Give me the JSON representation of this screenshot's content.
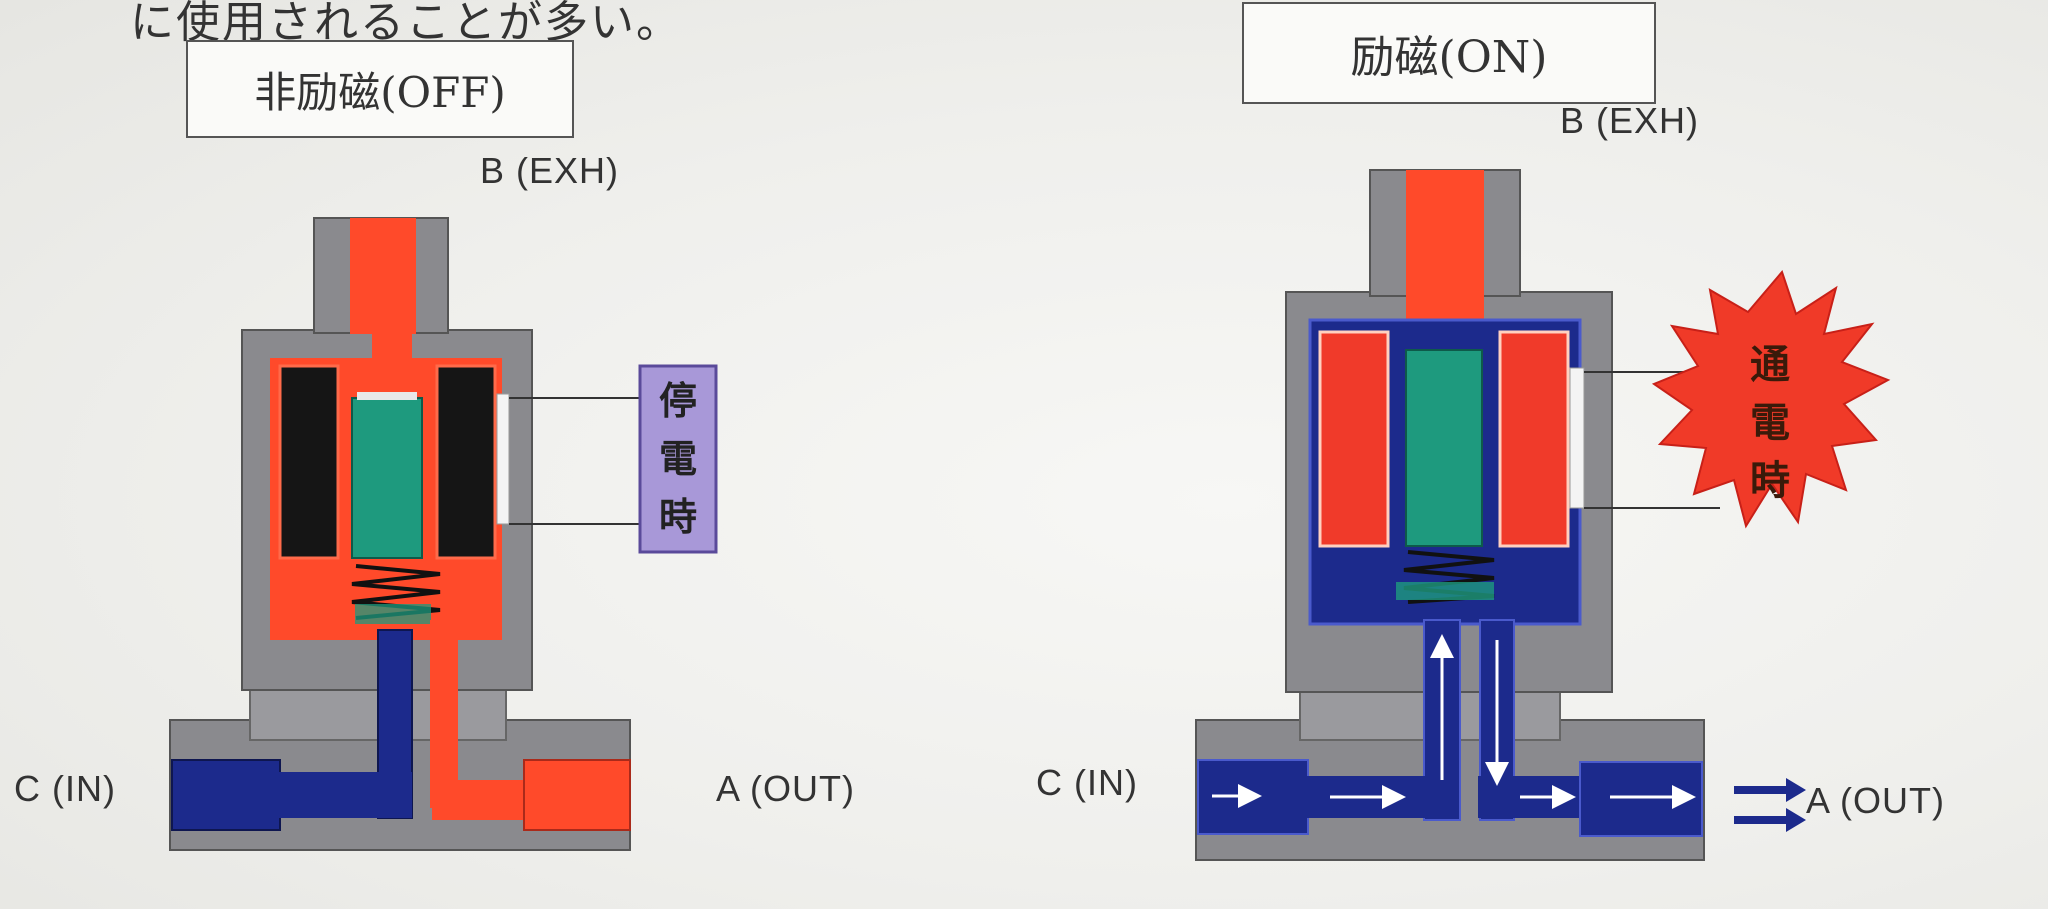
{
  "header_text": "に使用されることが多い。",
  "left": {
    "state_label": "非励磁(OFF)",
    "port_b": "B (EXH)",
    "port_c": "C (IN)",
    "port_a": "A (OUT)",
    "badge_chars": [
      "停",
      "電",
      "時"
    ]
  },
  "right": {
    "state_label": "励磁(ON)",
    "port_b": "B (EXH)",
    "port_c": "C (IN)",
    "port_a": "A (OUT)",
    "badge_chars": [
      "通",
      "電",
      "時"
    ]
  },
  "colors": {
    "body": "#8a8a8e",
    "exhaust": "#ff4a2a",
    "supply": "#1c2a8c",
    "plunger": "#1e9a7e",
    "coil_off": "#151515",
    "coil_on": "#f03a2a",
    "badge_off": "#a898d8",
    "badge_on": "#f03a28"
  }
}
